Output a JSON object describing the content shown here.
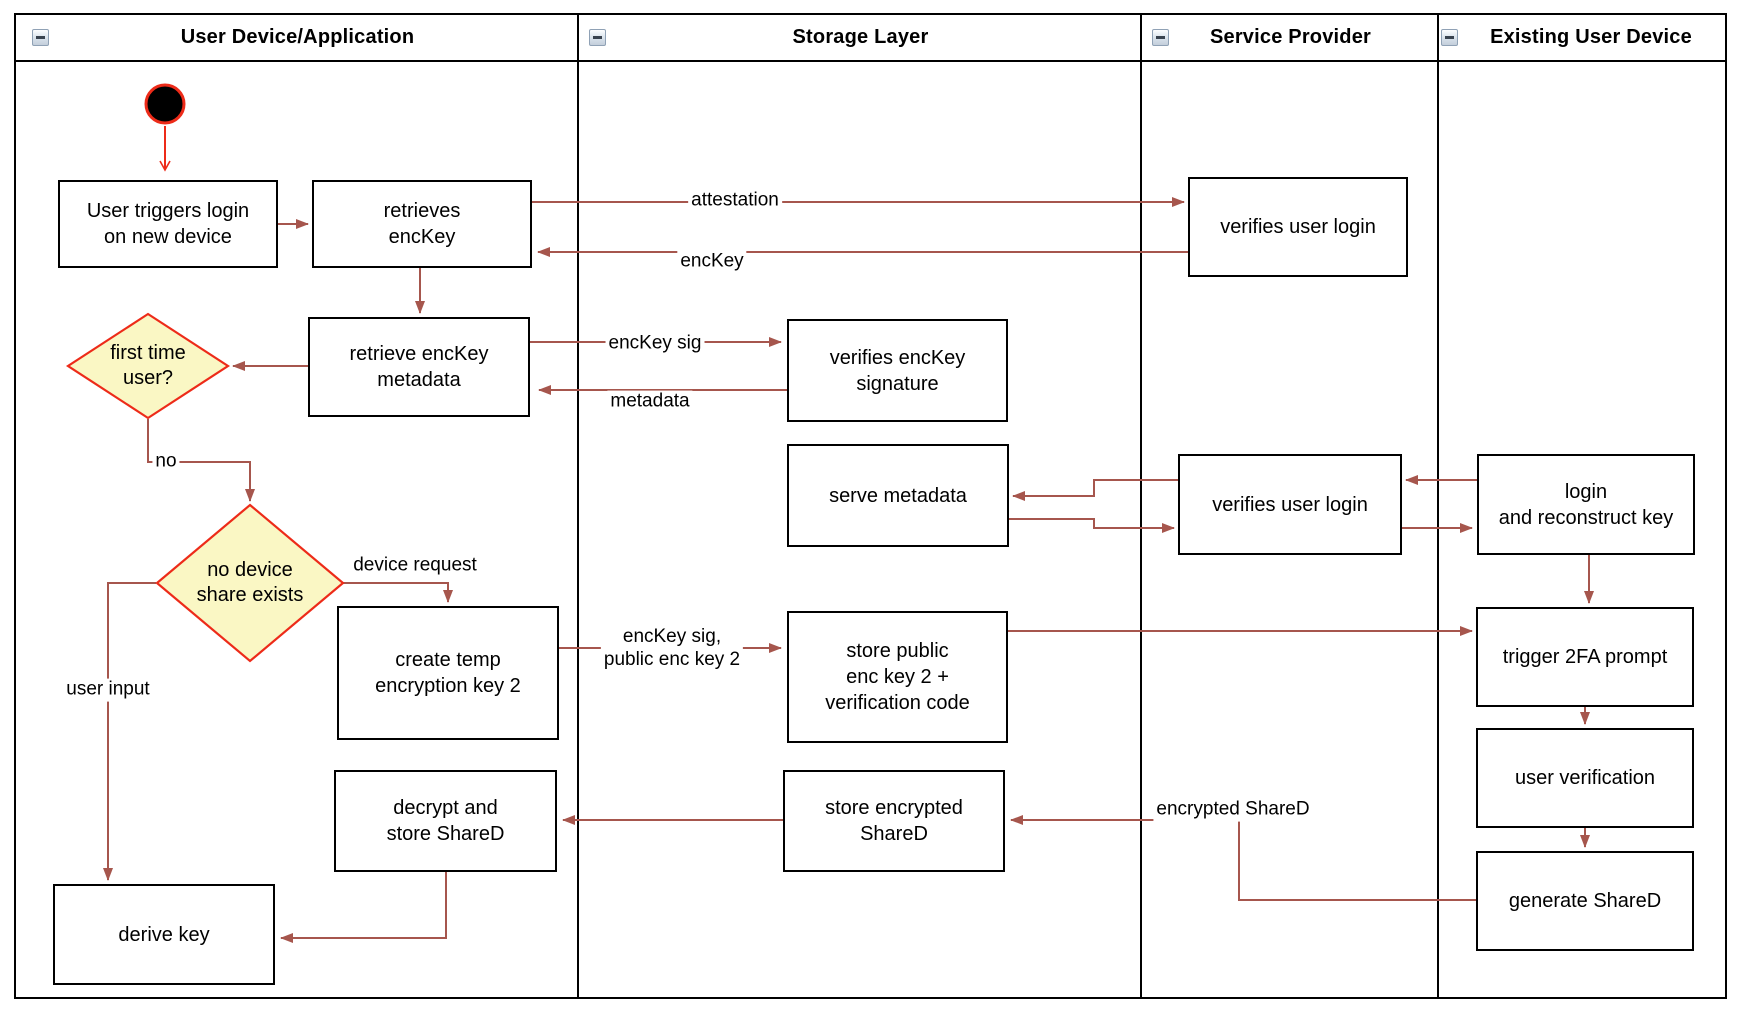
{
  "lanes": [
    {
      "title": "User Device/Application"
    },
    {
      "title": "Storage Layer"
    },
    {
      "title": "Service Provider"
    },
    {
      "title": "Existing User Device"
    }
  ],
  "nodes": {
    "user_triggers_login": "User triggers login\non new device",
    "retrieves_enckey": "retrieves\nencKey",
    "verifies_user_login_top": "verifies user login",
    "retrieve_enckey_metadata": "retrieve encKey\nmetadata",
    "verifies_enckey_signature": "verifies encKey\nsignature",
    "serve_metadata": "serve metadata",
    "verifies_user_login_mid": "verifies user login",
    "login_and_reconstruct_key": "login\nand reconstruct key",
    "create_temp_encryption_key_2": "create temp\nencryption key 2",
    "store_public_enc_key_2": "store public\nenc key 2 +\nverification code",
    "trigger_2fa_prompt": "trigger 2FA prompt",
    "user_verification": "user verification",
    "generate_shared": "generate ShareD",
    "store_encrypted_shared": "store encrypted\nShareD",
    "decrypt_and_store_shared": "decrypt and\nstore ShareD",
    "derive_key": "derive key"
  },
  "decisions": {
    "first_time_user": "first time\nuser?",
    "no_device_share_exists": "no device\nshare exists"
  },
  "edge_labels": {
    "attestation": "attestation",
    "enckey": "encKey",
    "enckey_sig": "encKey sig",
    "metadata": "metadata",
    "no": "no",
    "device_request": "device request",
    "user_input": "user input",
    "enckey_sig_public_enc_key_2": "encKey sig,\npublic enc key 2",
    "encrypted_shared": "encrypted ShareD"
  },
  "colors": {
    "connector": "#A6564D",
    "start_accent": "#ED2B19",
    "decision_fill": "#FAF7C4",
    "decision_stroke": "#ED2B19",
    "node_border": "#000000",
    "node_fill": "#FFFFFF"
  }
}
